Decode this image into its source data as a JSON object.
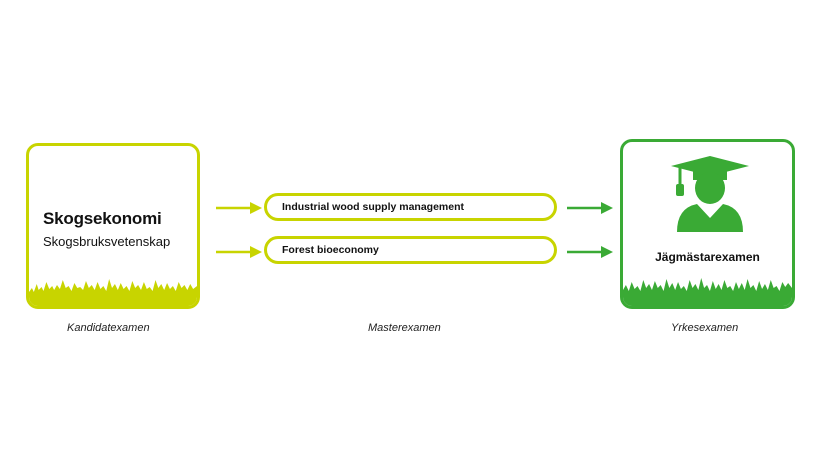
{
  "bachelor": {
    "title": "Skogsekonomi",
    "subtitle": "Skogsbruksvetenskap",
    "caption": "Kandidatexamen",
    "color": "#c8d400"
  },
  "masters": {
    "programs": [
      {
        "label": "Industrial wood supply management"
      },
      {
        "label": "Forest bioeconomy"
      }
    ],
    "caption": "Masterexamen",
    "color": "#c8d400"
  },
  "professional": {
    "title": "Jägmästarexamen",
    "caption": "Yrkesexamen",
    "icon": "graduate-icon",
    "color": "#3aaa35"
  },
  "arrows": {
    "left_color": "#c8d400",
    "right_color": "#3aaa35"
  }
}
